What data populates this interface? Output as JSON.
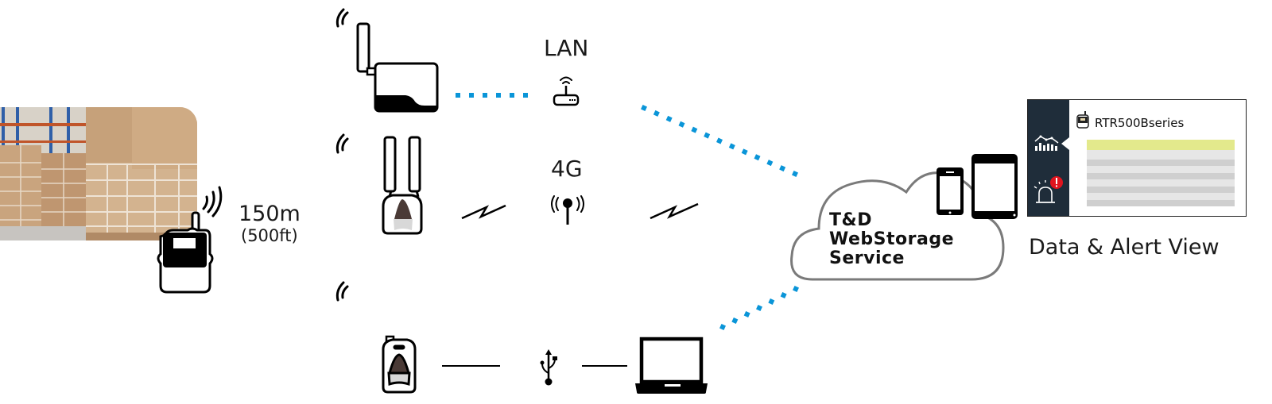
{
  "diagram": {
    "title": "RTR500B series wireless data collection overview",
    "colors": {
      "link_dotted": "#0a95d8",
      "app_sidebar": "#1f2d3a",
      "row_highlight": "#e3e98c",
      "row_light": "#e6e6e6",
      "row_dark": "#cfcfcf",
      "alert_badge": "#e0141e",
      "cloud_stroke": "#777777"
    },
    "logger": {
      "range_primary": "150m",
      "range_secondary": "(500ft)",
      "photo": "warehouse-pallets-photo"
    },
    "connections": [
      {
        "name": "lan",
        "label": "LAN",
        "device": "base-station-lan",
        "link": "dotted",
        "icon": "router-icon"
      },
      {
        "name": "4g",
        "label": "4G",
        "device": "base-station-4g",
        "link": "wireless",
        "icon": "cell-tower-icon"
      },
      {
        "name": "usb",
        "label": "",
        "device": "base-station-usb",
        "link": "cable",
        "icon": "usb-icon",
        "endpoint": "laptop-icon"
      }
    ],
    "cloud": {
      "line1": "T&D",
      "line2": "WebStorage",
      "line3": "Service"
    },
    "viewer": {
      "app_title": "RTR500Bseries",
      "caption": "Data & Alert View",
      "rows": [
        "highlight",
        "light",
        "dark",
        "light",
        "dark",
        "light",
        "dark",
        "light",
        "dark"
      ],
      "sidebar_icons": [
        "chart-icon",
        "alarm-icon"
      ]
    }
  }
}
